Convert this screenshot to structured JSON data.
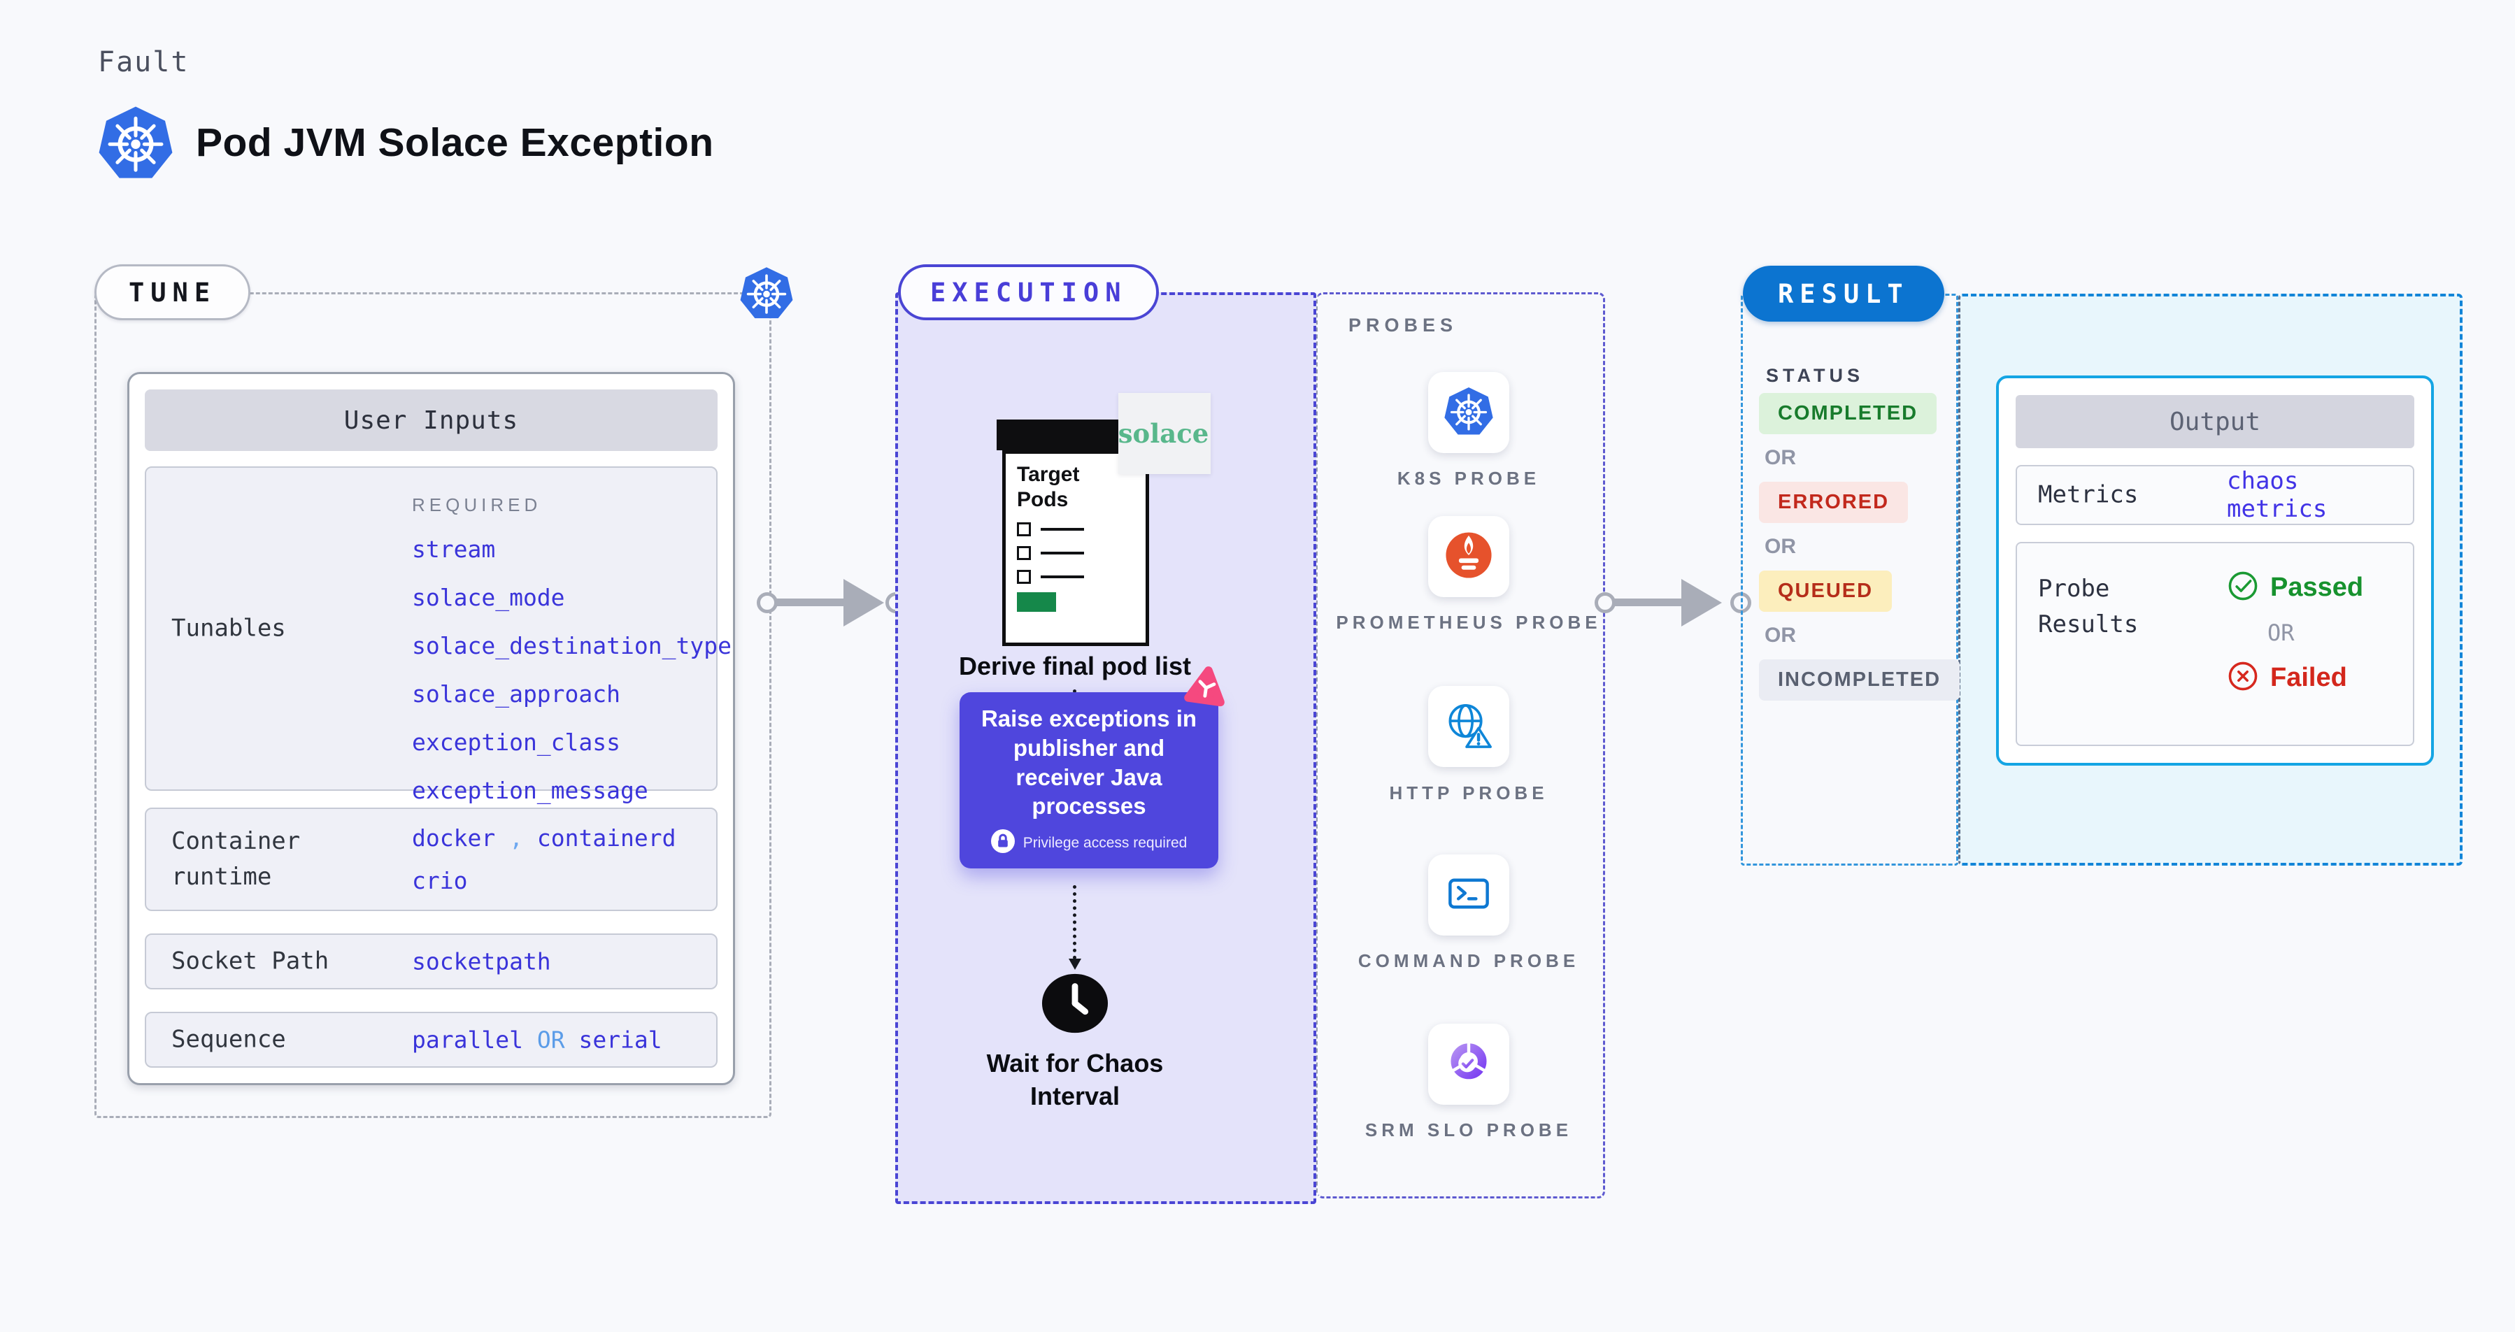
{
  "header": {
    "category_label": "Fault",
    "title": "Pod JVM Solace Exception"
  },
  "tune": {
    "pill": "TUNE",
    "card_title": "User Inputs",
    "rows": {
      "tunables": {
        "label": "Tunables",
        "required_label": "REQUIRED",
        "values": [
          "stream",
          "solace_mode",
          "solace_destination_type",
          "solace_approach",
          "exception_class",
          "exception_message"
        ]
      },
      "container_runtime": {
        "label": "Container runtime",
        "value_1": "docker",
        "separator": ",",
        "value_2": "containerd",
        "value_3": "crio"
      },
      "socket_path": {
        "label": "Socket Path",
        "value": "socketpath"
      },
      "sequence": {
        "label": "Sequence",
        "value_1": "parallel",
        "or_label": "OR",
        "value_2": "serial"
      }
    }
  },
  "execution": {
    "pill": "EXECUTION",
    "derive_step": {
      "clipboard_title": "Target Pods",
      "logo_text": "solace",
      "caption": "Derive final pod list"
    },
    "inject_step": {
      "text": "Raise exceptions in publisher and receiver Java processes",
      "privilege_note": "Privilege access required"
    },
    "wait_step": {
      "caption": "Wait for Chaos Interval"
    },
    "probes": {
      "title": "PROBES",
      "items": [
        {
          "label": "K8S PROBE",
          "icon": "kubernetes-icon"
        },
        {
          "label": "PROMETHEUS PROBE",
          "icon": "prometheus-icon"
        },
        {
          "label": "HTTP PROBE",
          "icon": "globe-warning-icon"
        },
        {
          "label": "COMMAND PROBE",
          "icon": "terminal-icon"
        },
        {
          "label": "SRM SLO PROBE",
          "icon": "slo-donut-check-icon"
        }
      ]
    }
  },
  "result": {
    "pill": "RESULT",
    "status": {
      "title": "STATUS",
      "or_label": "OR",
      "badges": [
        {
          "label": "COMPLETED",
          "fg": "#187b2c",
          "bg": "#dcf2db"
        },
        {
          "label": "ERRORED",
          "fg": "#c2281c",
          "bg": "#fae6e4"
        },
        {
          "label": "QUEUED",
          "fg": "#b52d1a",
          "bg": "#fceebd"
        },
        {
          "label": "INCOMPLETED",
          "fg": "#596070",
          "bg": "#eaecf3"
        }
      ]
    },
    "output": {
      "title": "Output",
      "metrics": {
        "label": "Metrics",
        "value": "chaos metrics"
      },
      "probe_results": {
        "label": "Probe Results",
        "passed_label": "Passed",
        "or_label": "OR",
        "failed_label": "Failed"
      }
    }
  },
  "colors": {
    "accent_indigo": "#4a45d4",
    "accent_blue": "#0c74d0",
    "value_indigo": "#3a34da",
    "passed_green": "#17922e",
    "failed_red": "#d3271c",
    "lavender_bg": "#e4e3fa",
    "cyan_bg": "#e8f6fc",
    "pink": "#f5497f"
  }
}
